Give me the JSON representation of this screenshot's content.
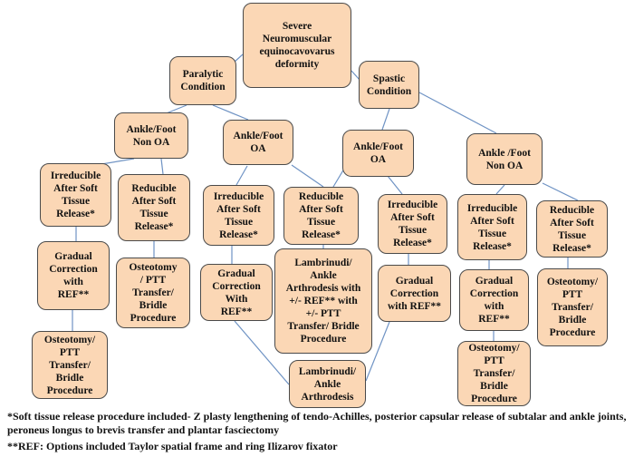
{
  "nodes": {
    "root": "Severe\nNeuromuscular\nequinocavovarus\ndeformity",
    "paralytic": "Paralytic\nCondition",
    "spastic": "Spastic\nCondition",
    "par_nonoa": "Ankle/Foot\nNon OA",
    "par_oa": "Ankle/Foot\nOA",
    "sp_oa": "Ankle/Foot\nOA",
    "sp_nonoa": "Ankle /Foot\nNon OA",
    "n1": "Irreducible\nAfter Soft\nTissue\nRelease*",
    "n2": "Reducible\nAfter Soft\nTissue\nRelease*",
    "n3": "Irreducible\nAfter Soft\nTissue\nRelease*",
    "n4": "Reducible\nAfter Soft\nTissue\nRelease*",
    "n5": "Irreducible\nAfter Soft\nTissue\nRelease*",
    "n6": "Irreducible\nAfter Soft\nTissue\nRelease*",
    "n7": "Reducible\nAfter Soft\nTissue\nRelease*",
    "g1": "Gradual\nCorrection\nwith\nREF**",
    "o1": "Osteotomy\n/ PTT\nTransfer/\nBridle\nProcedure",
    "g2": "Gradual\nCorrection\nWith\nREF**",
    "lam1": "Lambrinudi/\nAnkle\nArthrodesis with\n+/- REF** with\n+/- PTT\nTransfer/ Bridle\nProcedure",
    "g3": "Gradual\nCorrection\nwith REF**",
    "g4": "Gradual\nCorrection\nwith\nREF**",
    "o2": "Osteotomy/\nPTT\nTransfer/\nBridle\nProcedure",
    "o3": "Osteotomy/\nPTT\nTransfer/\nBridle\nProcedure",
    "lam2": "Lambrinudi/\nAnkle\nArthrodesis",
    "o4": "Osteotomy/\nPTT\nTransfer/\nBridle\nProcedure"
  },
  "footnotes": {
    "soft_tissue": "*Soft tissue release procedure included- Z plasty lengthening of tendo-Achilles, posterior capsular release of subtalar and ankle joints, peroneus longus to brevis transfer and plantar fasciectomy",
    "ref": "**REF: Options included Taylor spatial frame and ring Ilizarov fixator"
  },
  "colors": {
    "box_fill": "#fbd7b5",
    "box_border": "#4a4a4a",
    "connector": "#6f93c4"
  }
}
